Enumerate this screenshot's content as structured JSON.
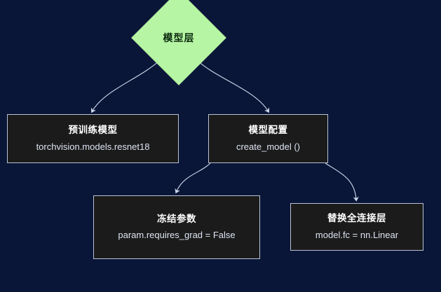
{
  "diagram": {
    "background_color": "#0a1638",
    "edge_color": "#cfd8ec",
    "nodes": {
      "root": {
        "shape": "diamond",
        "label": "模型层",
        "fill_color": "#b6f5a3",
        "text_color": "#0d2b10"
      },
      "pretrained_model": {
        "shape": "rect",
        "title": "预训练模型",
        "subtitle": "torchvision.models.resnet18",
        "fill_color": "#1b1b1b",
        "border_color": "#b9c2d6"
      },
      "model_config": {
        "shape": "rect",
        "title": "模型配置",
        "subtitle": "create_model ()",
        "fill_color": "#1b1b1b",
        "border_color": "#b9c2d6"
      },
      "freeze_params": {
        "shape": "rect",
        "title": "冻结参数",
        "subtitle": "param.requires_grad = False",
        "fill_color": "#1b1b1b",
        "border_color": "#b9c2d6"
      },
      "replace_fc": {
        "shape": "rect",
        "title": "替换全连接层",
        "subtitle": "model.fc = nn.Linear",
        "fill_color": "#1b1b1b",
        "border_color": "#b9c2d6"
      }
    },
    "edges": [
      {
        "from": "external",
        "to": "root"
      },
      {
        "from": "root",
        "to": "pretrained_model"
      },
      {
        "from": "root",
        "to": "model_config"
      },
      {
        "from": "model_config",
        "to": "freeze_params"
      },
      {
        "from": "model_config",
        "to": "replace_fc"
      }
    ]
  }
}
